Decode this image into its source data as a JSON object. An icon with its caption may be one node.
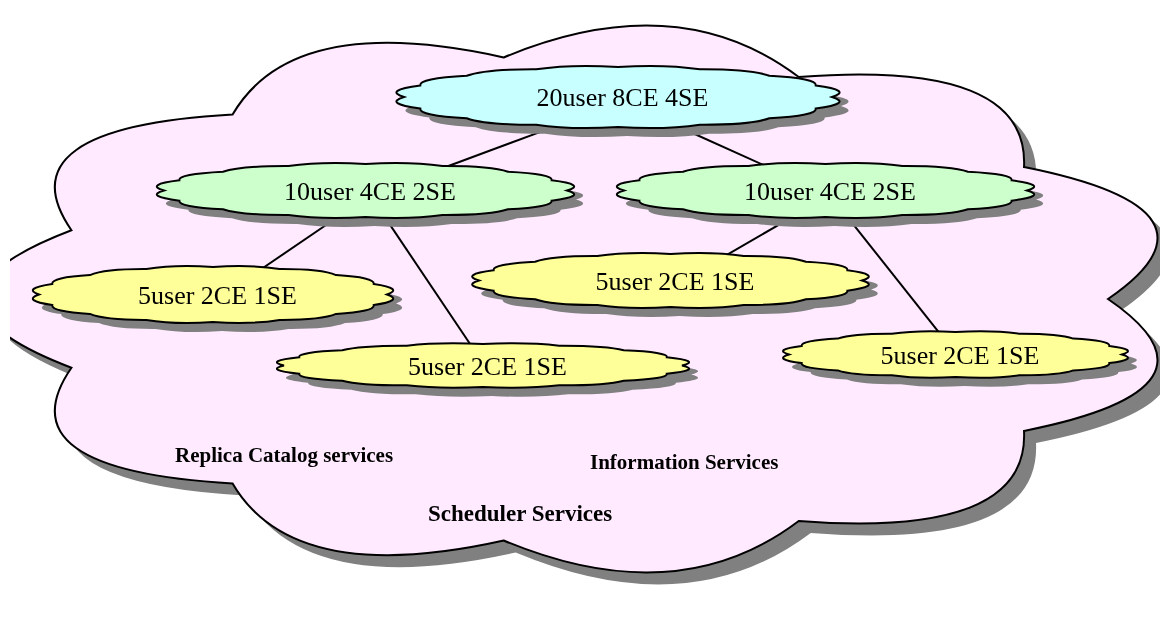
{
  "diagram": {
    "nodes": [
      {
        "text": [
          "Replica Catalog services",
          "Information Services",
          "Scheduler Services"
        ]
      },
      {
        "text": [
          "20user 8CE 4SE"
        ],
        "in": 0
      },
      {
        "text": [
          "10user 4CE 2SE"
        ],
        "in": 0
      },
      {
        "text": [
          "10user 4CE 2SE"
        ],
        "in": 0
      },
      {
        "text": [
          "5user 2CE 1SE"
        ],
        "in": 0
      },
      {
        "text": [
          "5user 2CE 1SE"
        ],
        "in": 0
      },
      {
        "text": [
          "5user 2CE 1SE"
        ],
        "in": 0
      },
      {
        "text": [
          "5user 2CE 1SE"
        ],
        "in": 0
      }
    ],
    "edges": [
      {
        "from": 1,
        "to": 2,
        "arrow": "none"
      },
      {
        "from": 1,
        "to": 3,
        "arrow": "none"
      },
      {
        "from": 2,
        "to": 4,
        "arrow": "none"
      },
      {
        "from": 2,
        "to": 6,
        "arrow": "none"
      },
      {
        "from": 3,
        "to": 5,
        "arrow": "none"
      },
      {
        "from": 3,
        "to": 7,
        "arrow": "none"
      }
    ]
  }
}
